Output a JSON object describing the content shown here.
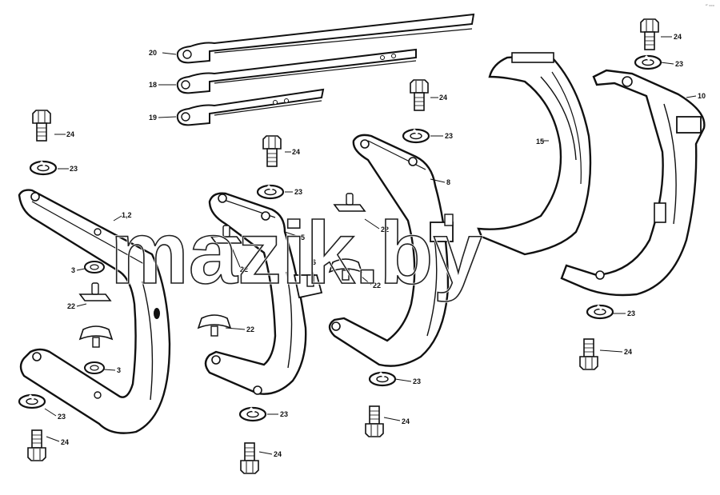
{
  "watermark": "mazik.by",
  "corner_mark": "*\" ===",
  "callouts": {
    "c20": "20",
    "c18": "18",
    "c19": "19",
    "c24a": "24",
    "c23a": "23",
    "c12": "1,2",
    "c3a": "3",
    "c22a": "22",
    "c3b": "3",
    "c23b": "23",
    "c24b": "24",
    "c24c": "24",
    "c23c": "23",
    "c5": "5",
    "c22b": "22",
    "c6": "6",
    "c22c": "22",
    "c23d": "23",
    "c24d": "24",
    "c24e": "24",
    "c23e": "23",
    "c8": "8",
    "c22d": "22",
    "c22e": "22",
    "c23f": "23",
    "c24f": "24",
    "c15": "15",
    "c24g": "24",
    "c23g": "23",
    "c10": "10",
    "c23h": "23",
    "c24h": "24"
  }
}
